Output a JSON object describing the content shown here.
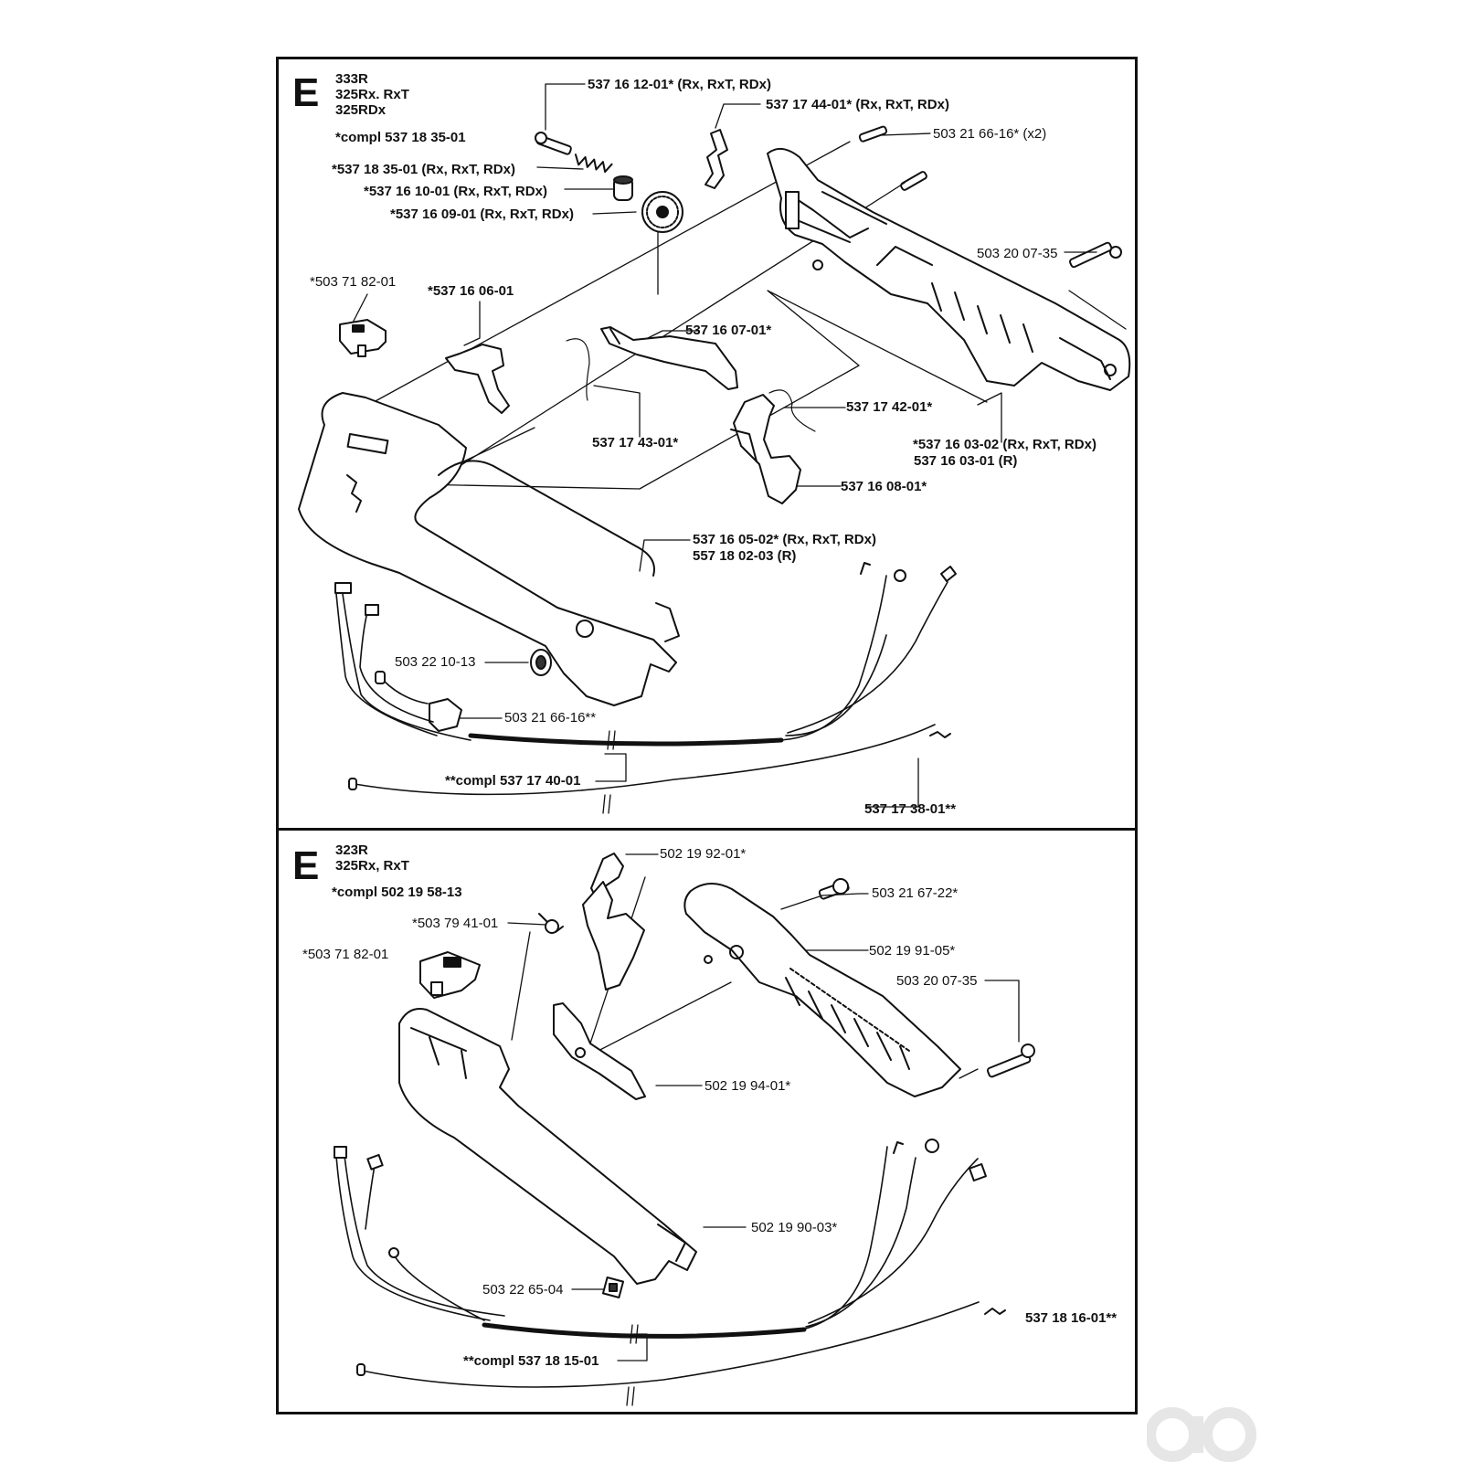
{
  "top": {
    "letter": "E",
    "models": "333R\n325Rx. RxT\n325RDx",
    "compl_note": "*compl 537 18 35-01",
    "labels": {
      "l1": "537 16 12-01* (Rx, RxT, RDx)",
      "l2": "537 17 44-01* (Rx, RxT, RDx)",
      "l3": "503 21 66-16* (x2)",
      "l4": "*537 18 35-01 (Rx, RxT, RDx)",
      "l5": "*537 16 10-01 (Rx, RxT, RDx)",
      "l6": "*537 16 09-01 (Rx, RxT, RDx)",
      "l7": "503 20 07-35",
      "l8": "*503 71 82-01",
      "l9": "*537 16 06-01",
      "l10": "537 16 07-01*",
      "l11": "537 17 42-01*",
      "l12": "537 17 43-01*",
      "l13": "*537 16 03-02 (Rx, RxT, RDx)",
      "l14": "537 16 03-01 (R)",
      "l15": "537 16 08-01*",
      "l16": "537 16 05-02* (Rx, RxT, RDx)",
      "l17": "557 18 02-03 (R)",
      "l18": "503 22 10-13",
      "l19": "503 21 66-16**",
      "l20": "**compl 537 17 40-01",
      "l21": "537 17 38-01**"
    }
  },
  "bottom": {
    "letter": "E",
    "models": "323R\n325Rx, RxT",
    "compl_note": "*compl 502 19 58-13",
    "labels": {
      "m1": "502 19 92-01*",
      "m2": "503 21 67-22*",
      "m3": "*503 79 41-01",
      "m4": "*503 71 82-01",
      "m5": "502 19 91-05*",
      "m6": "503 20 07-35",
      "m7": "502 19 94-01*",
      "m8": "502 19 90-03*",
      "m9": "503 22 65-04",
      "m10": "537 18 16-01**",
      "m11": "**compl 537 18 15-01"
    }
  }
}
